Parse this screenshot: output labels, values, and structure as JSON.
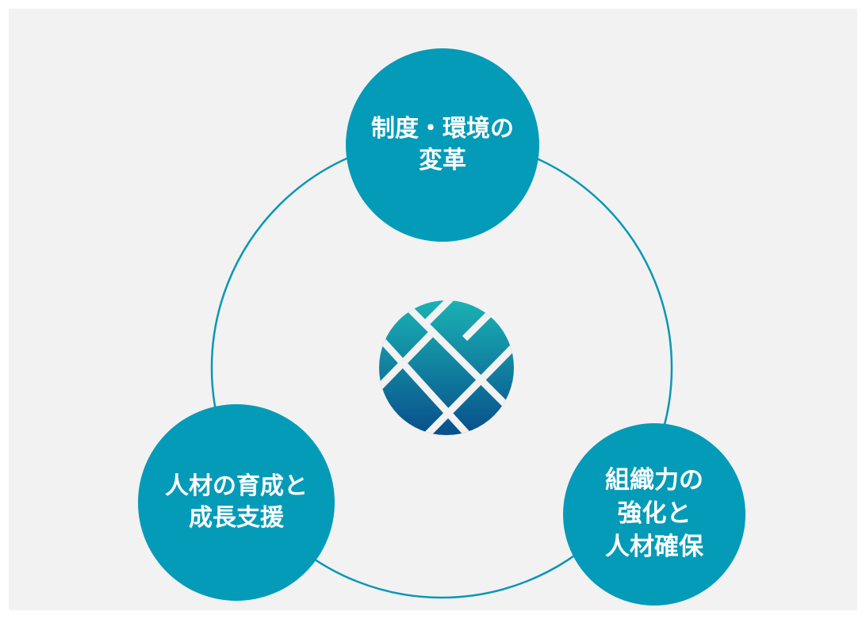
{
  "colors": {
    "background": "#f2f2f2",
    "node_fill": "#049bb8",
    "ring_stroke": "#0a97b5",
    "logo_gradient_top": "#1ab2b4",
    "logo_gradient_bottom": "#084f8b"
  },
  "diagram": {
    "center_icon": "woven-globe-logo-icon",
    "nodes": [
      {
        "id": "top",
        "lines": [
          "制度・環境の",
          "変革"
        ]
      },
      {
        "id": "left",
        "lines": [
          "人材の育成と",
          "成長支援"
        ]
      },
      {
        "id": "right",
        "lines": [
          "組織力の",
          "強化と",
          "人材確保"
        ]
      }
    ]
  }
}
